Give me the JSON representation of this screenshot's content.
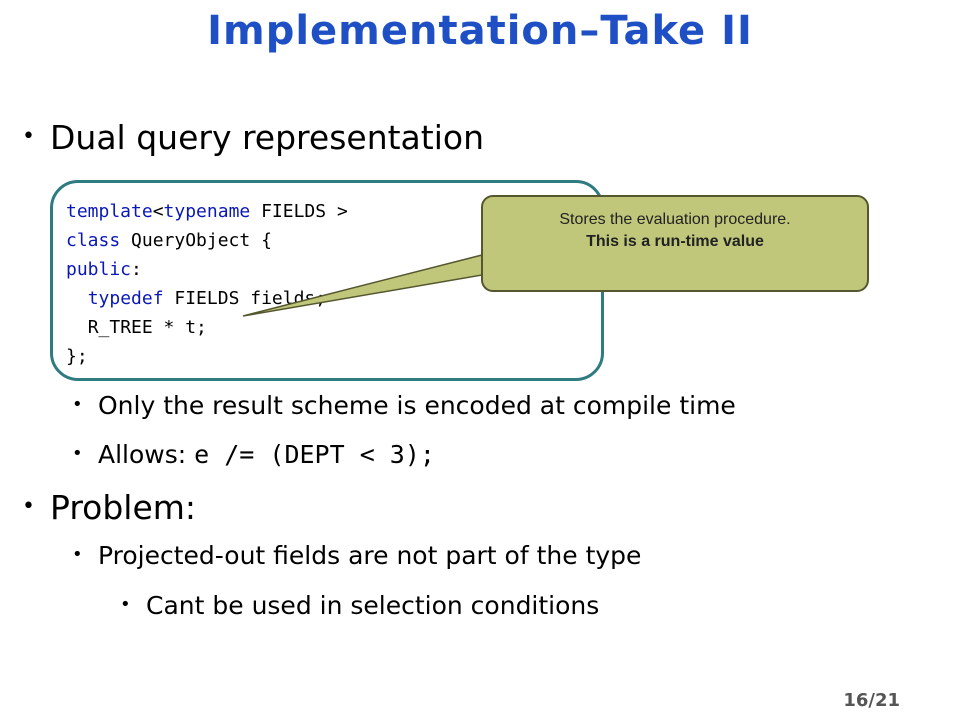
{
  "slide": {
    "title": "Implementation–Take II",
    "bullets": {
      "dual": "Dual query representation",
      "only_result": "Only the result scheme is encoded at compile time",
      "allows_prefix": "Allows: ",
      "allows_code": "e /= (DEPT < 3);",
      "problem": "Problem:",
      "projected": "Projected-out fields are not part of the type",
      "cant": "Cant be used in selection conditions"
    },
    "code": {
      "line1_kw": "template",
      "line1_lt": "<",
      "line1_kw2": "typename",
      "line1_rest": " FIELDS >",
      "line2_kw": "class",
      "line2_rest": " QueryObject {",
      "line3_kw": "public",
      "line3_rest": ":",
      "line4_kw": "typedef",
      "line4_rest": " FIELDS fields;",
      "line5": "R_TREE * t;",
      "line6": "};"
    },
    "callout": {
      "line1": "Stores the evaluation procedure.",
      "line2": "This is a run-time value"
    },
    "page_number": "16/21",
    "colors": {
      "title": "#1f4fc4",
      "keyword": "#0a18b8",
      "box_border": "#2e7b80",
      "callout_bg": "#c0c77a"
    }
  }
}
